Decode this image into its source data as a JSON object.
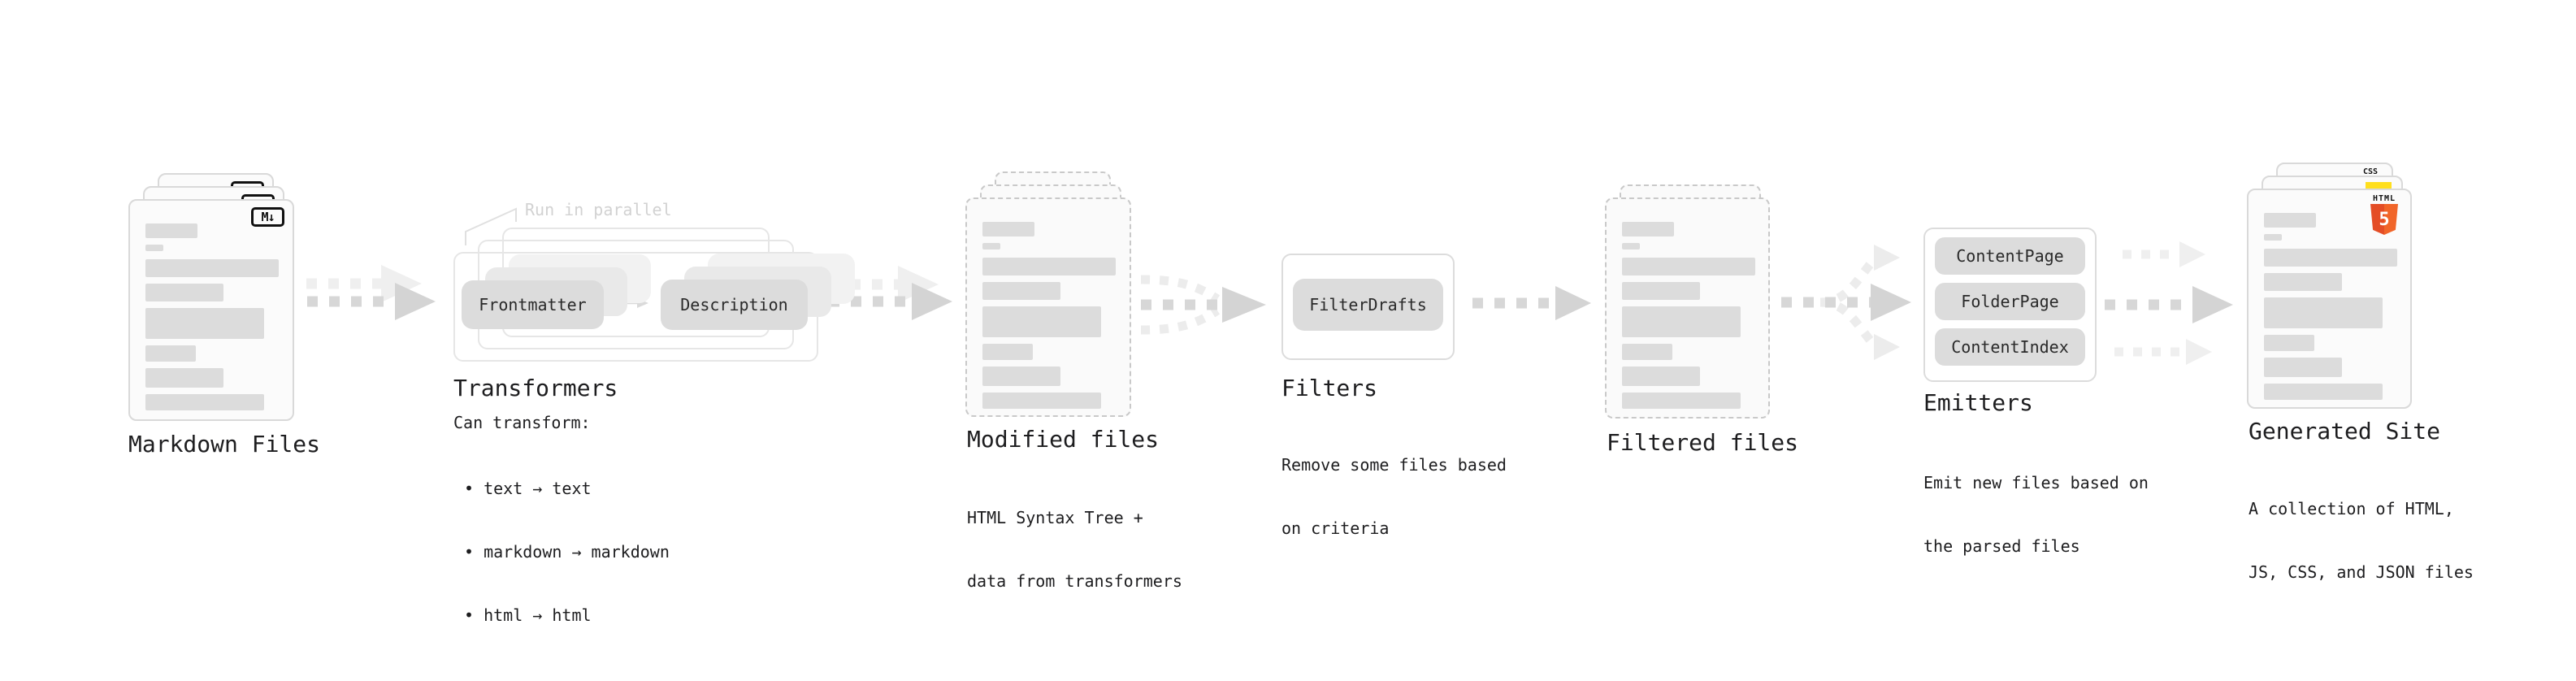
{
  "annotation": {
    "run_in_parallel": "Run in parallel"
  },
  "colors": {
    "arrow_dark": "#d2d2d2",
    "arrow_light": "#ececec",
    "card_border": "#d9d9d9",
    "bar_fill": "#dcdcdc",
    "text": "#1d1d1f",
    "html5_orange": "#e44d26",
    "js_yellow": "#ffdf1e",
    "css_blue": "#2962ff"
  },
  "nodes": {
    "markdown": {
      "label": "Markdown Files",
      "badge": "M↓"
    },
    "transformers": {
      "label": "Transformers",
      "pill_left": "Frontmatter",
      "pill_right": "Description",
      "caption_title": "Can transform:",
      "bullets": [
        "• text → text",
        "• markdown → markdown",
        "• html → html"
      ]
    },
    "modified": {
      "label": "Modified files",
      "caption": [
        "HTML Syntax Tree +",
        "data from transformers"
      ]
    },
    "filters": {
      "label": "Filters",
      "pill": "FilterDrafts",
      "caption": [
        "Remove some files based",
        "on criteria"
      ]
    },
    "filtered": {
      "label": "Filtered files"
    },
    "emitters": {
      "label": "Emitters",
      "pills": [
        "ContentPage",
        "FolderPage",
        "ContentIndex"
      ],
      "caption": [
        "Emit new files based on",
        "the parsed files"
      ]
    },
    "generated": {
      "label": "Generated Site",
      "caption": [
        "A collection of HTML,",
        "JS, CSS, and JSON files"
      ],
      "html5_badge": "HTML",
      "html5_number": "5",
      "css_badge": "CSS"
    }
  }
}
